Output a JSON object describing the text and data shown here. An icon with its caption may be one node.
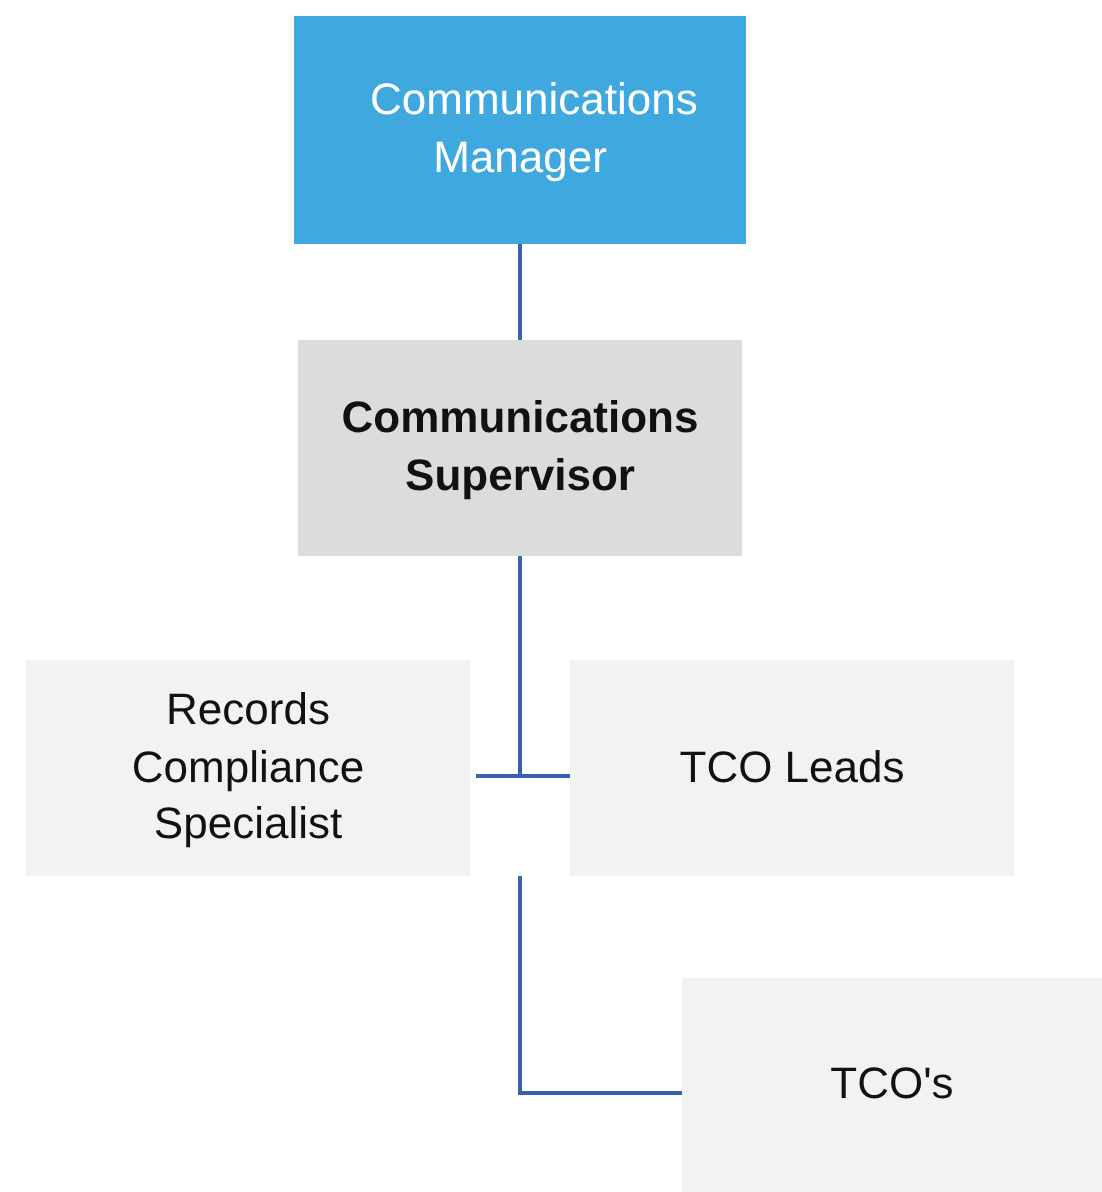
{
  "diagram": {
    "nodes": [
      {
        "text": [
          "Communications Manager"
        ]
      },
      {
        "text": [
          "Communications Supervisor"
        ]
      },
      {
        "text": [
          "Records Compliance Specialist"
        ]
      },
      {
        "text": [
          "TCO Leads"
        ]
      },
      {
        "text": [
          "TCO's"
        ]
      }
    ],
    "edges": [
      {
        "from": 0,
        "to": 1,
        "arrow": "none"
      },
      {
        "from": 1,
        "to": 2,
        "arrow": "none"
      },
      {
        "from": 1,
        "to": 3,
        "arrow": "none"
      },
      {
        "from": 3,
        "to": 4,
        "arrow": "none"
      }
    ]
  }
}
